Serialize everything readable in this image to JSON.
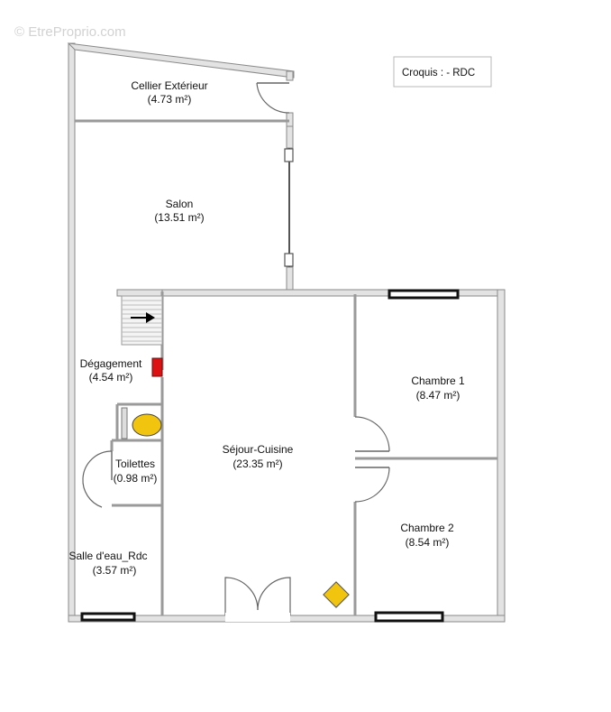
{
  "watermark": "© EtreProprio.com",
  "title": "Croquis : - RDC",
  "rooms": [
    {
      "name": "Cellier Extérieur",
      "area": "(4.73  m²)"
    },
    {
      "name": "Salon",
      "area": "(13.51  m²)"
    },
    {
      "name": "Dégagement",
      "area": "(4.54  m²)"
    },
    {
      "name": "Toilettes",
      "area": "(0.98  m²)"
    },
    {
      "name": "Salle d'eau_Rdc",
      "area": "(3.57  m²)"
    },
    {
      "name": "Séjour-Cuisine",
      "area": "(23.35  m²)"
    },
    {
      "name": "Chambre  1",
      "area": "(8.47  m²)"
    },
    {
      "name": "Chambre  2",
      "area": "(8.54  m²)"
    }
  ],
  "colors": {
    "wall": "#e3e3e3",
    "wall_edge": "#8a8a8a",
    "electrical_panel": "#dd1111",
    "fixture_yellow": "#f1c40f",
    "window": "#111111"
  }
}
